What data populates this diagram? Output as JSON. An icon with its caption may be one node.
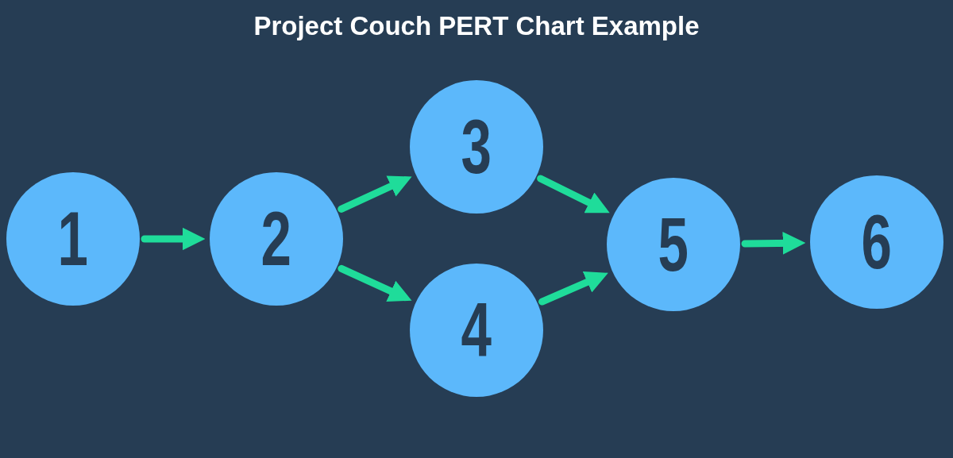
{
  "diagram": {
    "title": "Project Couch PERT Chart Example",
    "nodes": [
      {
        "text": [
          "1"
        ]
      },
      {
        "text": [
          "2"
        ]
      },
      {
        "text": [
          "3"
        ]
      },
      {
        "text": [
          "4"
        ]
      },
      {
        "text": [
          "5"
        ]
      },
      {
        "text": [
          "6"
        ]
      }
    ],
    "edges": [
      {
        "from": 0,
        "to": 1,
        "arrow": "to"
      },
      {
        "from": 1,
        "to": 2,
        "arrow": "to"
      },
      {
        "from": 1,
        "to": 3,
        "arrow": "to"
      },
      {
        "from": 2,
        "to": 4,
        "arrow": "to"
      },
      {
        "from": 3,
        "to": 4,
        "arrow": "to"
      },
      {
        "from": 4,
        "to": 5,
        "arrow": "to"
      }
    ]
  }
}
